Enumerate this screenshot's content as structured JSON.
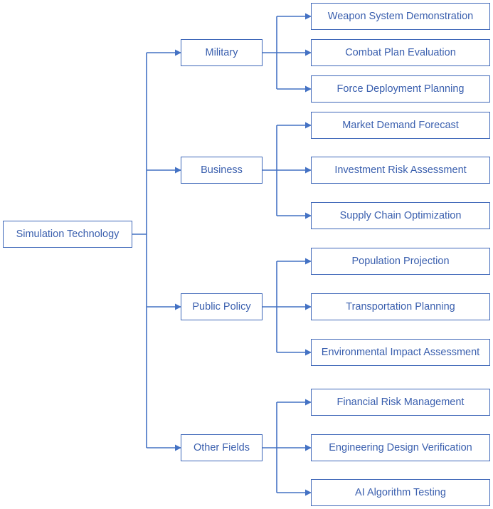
{
  "root": {
    "label": "Simulation Technology"
  },
  "branches": [
    {
      "label": "Military",
      "leaves": [
        "Weapon System Demonstration",
        "Combat Plan Evaluation",
        "Force Deployment Planning"
      ]
    },
    {
      "label": "Business",
      "leaves": [
        "Market Demand Forecast",
        "Investment Risk Assessment",
        "Supply Chain Optimization"
      ]
    },
    {
      "label": "Public Policy",
      "leaves": [
        "Population Projection",
        "Transportation Planning",
        "Environmental Impact Assessment"
      ]
    },
    {
      "label": "Other Fields",
      "leaves": [
        "Financial Risk Management",
        "Engineering Design Verification",
        "AI Algorithm Testing"
      ]
    }
  ],
  "colors": {
    "line": "#4472c4",
    "border": "#3d66b8",
    "text": "#3a5fae"
  }
}
